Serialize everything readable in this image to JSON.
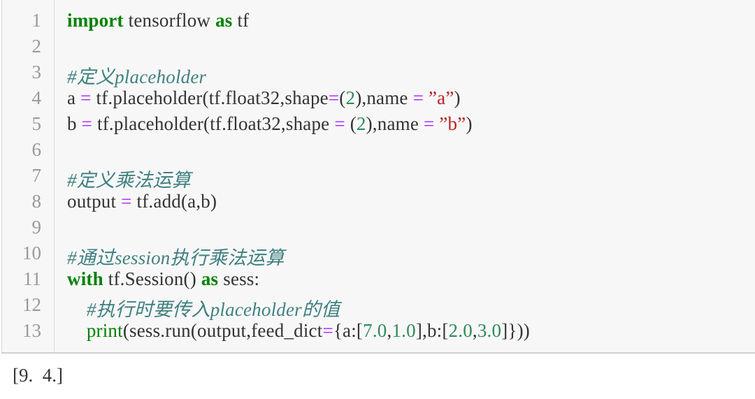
{
  "cell": {
    "line_numbers": [
      "1",
      "2",
      "3",
      "4",
      "5",
      "6",
      "7",
      "8",
      "9",
      "10",
      "11",
      "12",
      "13"
    ],
    "lines": {
      "l1": {
        "kw1": "import",
        "t1": " tensorflow ",
        "kw2": "as",
        "t2": " tf"
      },
      "l3": {
        "comment": "#定义placeholder"
      },
      "l4": {
        "t1": "a ",
        "op1": "=",
        "t2": " tf.placeholder(tf.float32,shape",
        "op2": "=",
        "t3": "(",
        "n1": "2",
        "t4": "),name ",
        "op3": "=",
        "t5": " ",
        "s1": "”a”",
        "t6": ")"
      },
      "l5": {
        "t1": "b ",
        "op1": "=",
        "t2": " tf.placeholder(tf.float32,shape ",
        "op2": "=",
        "t3": " (",
        "n1": "2",
        "t4": "),name ",
        "op3": "=",
        "t5": " ",
        "s1": "”b”",
        "t6": ")"
      },
      "l7": {
        "comment": "#定义乘法运算"
      },
      "l8": {
        "t1": "output ",
        "op1": "=",
        "t2": " tf.add(a,b)"
      },
      "l10": {
        "comment": "#通过session执行乘法运算"
      },
      "l11": {
        "kw1": "with",
        "t1": " tf.Session() ",
        "kw2": "as",
        "t2": " sess:"
      },
      "l12": {
        "indent": "    ",
        "comment": "#执行时要传入placeholder的值"
      },
      "l13": {
        "indent": "    ",
        "fn": "print",
        "t1": "(sess.run(output,feed_dict",
        "op1": "=",
        "t2": "{a:[",
        "n1": "7.0",
        "t3": ",",
        "n2": "1.0",
        "t4": "],b:[",
        "n3": "2.0",
        "t5": ",",
        "n4": "3.0",
        "t6": "]}))"
      }
    }
  },
  "output": {
    "text": "[9.  4.]"
  }
}
